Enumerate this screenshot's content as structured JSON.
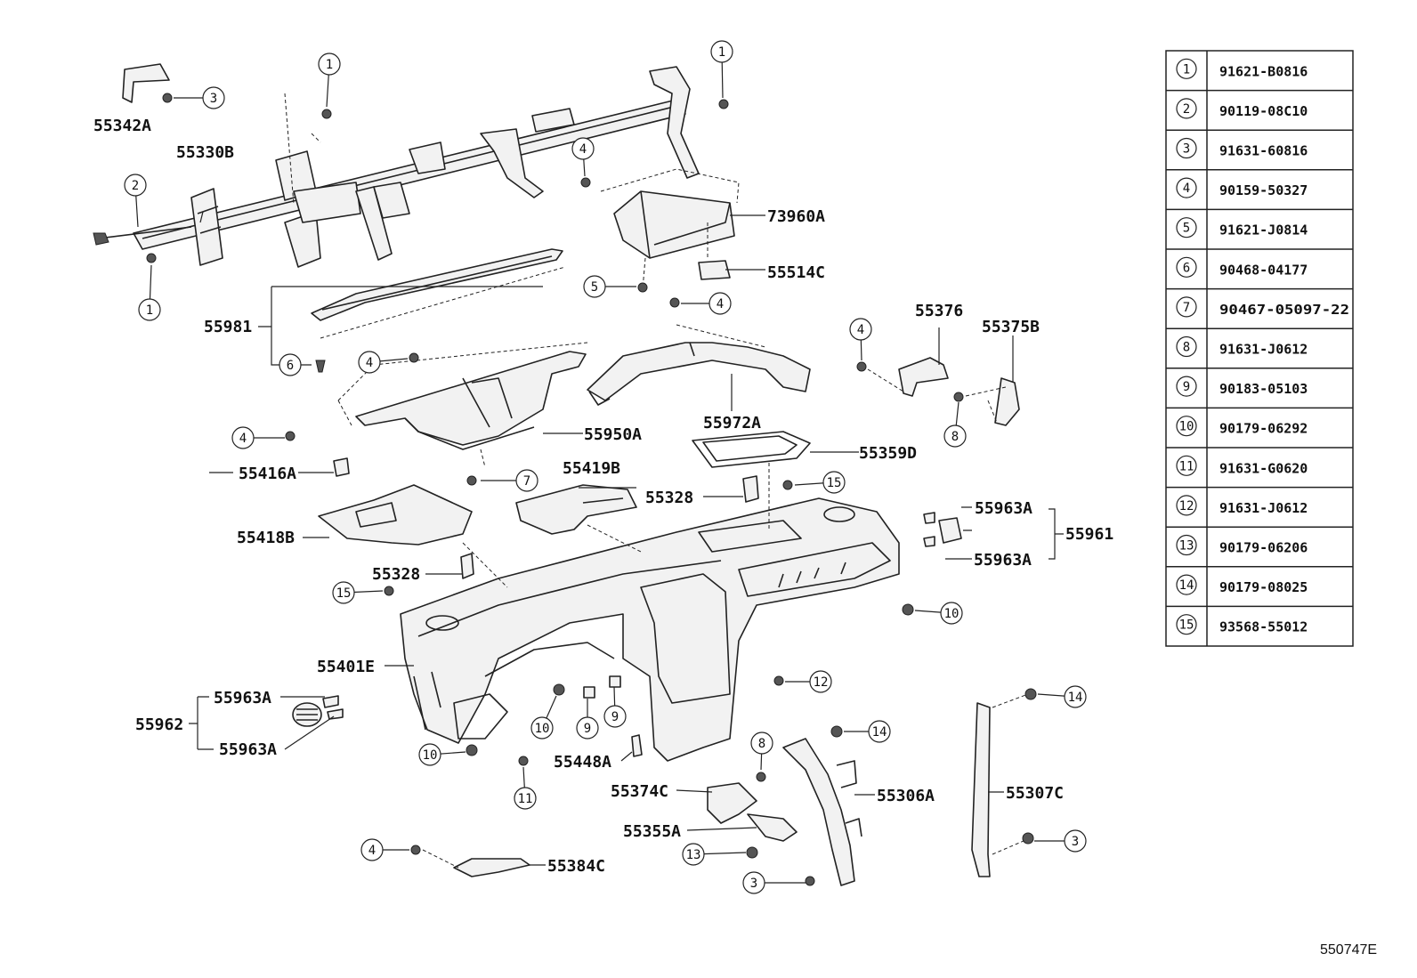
{
  "parts_table": [
    {
      "ref": "1",
      "part_no": "91621-B0816"
    },
    {
      "ref": "2",
      "part_no": "90119-08C10"
    },
    {
      "ref": "3",
      "part_no": "91631-60816"
    },
    {
      "ref": "4",
      "part_no": "90159-50327"
    },
    {
      "ref": "5",
      "part_no": "91621-J0814"
    },
    {
      "ref": "6",
      "part_no": "90468-04177"
    },
    {
      "ref": "7",
      "part_no": "90467-05097-22"
    },
    {
      "ref": "8",
      "part_no": "91631-J0612"
    },
    {
      "ref": "9",
      "part_no": "90183-05103"
    },
    {
      "ref": "10",
      "part_no": "90179-06292"
    },
    {
      "ref": "11",
      "part_no": "91631-G0620"
    },
    {
      "ref": "12",
      "part_no": "91631-J0612"
    },
    {
      "ref": "13",
      "part_no": "90179-06206"
    },
    {
      "ref": "14",
      "part_no": "90179-08025"
    },
    {
      "ref": "15",
      "part_no": "93568-55012"
    }
  ],
  "labels": {
    "p55342A": "55342A",
    "p55330B": "55330B",
    "p73960A": "73960A",
    "p55514C": "55514C",
    "p55981": "55981",
    "p55376": "55376",
    "p55375B": "55375B",
    "p55950A": "55950A",
    "p55972A": "55972A",
    "p55416A": "55416A",
    "p55419B": "55419B",
    "p55328a": "55328",
    "p55359D": "55359D",
    "p55963A_r1": "55963A",
    "p55961": "55961",
    "p55963A_r2": "55963A",
    "p55418B": "55418B",
    "p55328b": "55328",
    "p55401E": "55401E",
    "p55963A_l1": "55963A",
    "p55962": "55962",
    "p55963A_l2": "55963A",
    "p55448A": "55448A",
    "p55374C": "55374C",
    "p55306A": "55306A",
    "p55307C": "55307C",
    "p55355A": "55355A",
    "p55384C": "55384C"
  },
  "callouts": {
    "c1a": "1",
    "c1b": "1",
    "c1c": "1",
    "c2": "2",
    "c3a": "3",
    "c3b": "3",
    "c3c": "3",
    "c4a": "4",
    "c4b": "4",
    "c4c": "4",
    "c4d": "4",
    "c4e": "4",
    "c4f": "4",
    "c5": "5",
    "c6": "6",
    "c7": "7",
    "c8a": "8",
    "c8b": "8",
    "c9a": "9",
    "c9b": "9",
    "c10a": "10",
    "c10b": "10",
    "c10c": "10",
    "c11": "11",
    "c12": "12",
    "c13": "13",
    "c14a": "14",
    "c14b": "14",
    "c15a": "15",
    "c15b": "15"
  },
  "drawing_number": "550747E"
}
